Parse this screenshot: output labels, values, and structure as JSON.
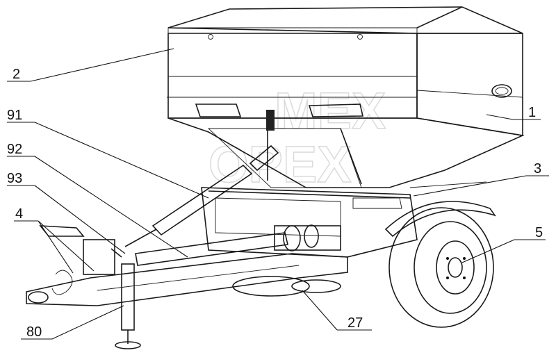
{
  "callouts": {
    "c1": "1",
    "c2": "2",
    "c3": "3",
    "c4": "4",
    "c5": "5",
    "c27": "27",
    "c80": "80",
    "c91": "91",
    "c92": "92",
    "c93": "93"
  },
  "watermark": {
    "top": "МЕХ",
    "bottom": "ОРЕХ"
  }
}
